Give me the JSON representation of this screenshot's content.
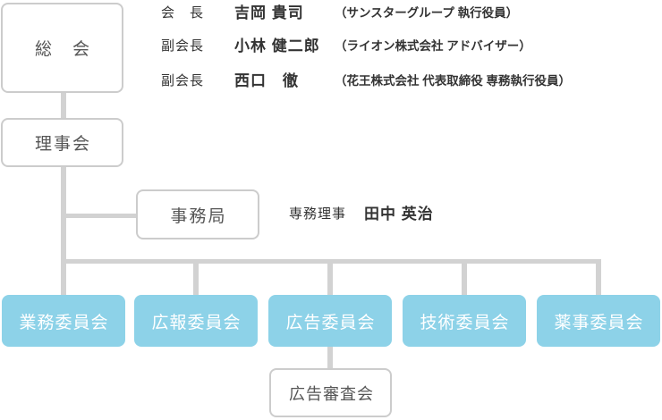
{
  "org_chart": {
    "general_meeting": "総　会",
    "board": "理事会",
    "secretariat": "事務局",
    "committees": [
      "業務委員会",
      "広報委員会",
      "広告委員会",
      "技術委員会",
      "薬事委員会"
    ],
    "ad_review_board": "広告審査会",
    "officers": [
      {
        "role": "会　長",
        "name": "吉岡 貴司",
        "affiliation": "（サンスターグループ 執行役員）"
      },
      {
        "role": "副会長",
        "name": "小林 健二郎",
        "affiliation": "（ライオン株式会社 アドバイザー）"
      },
      {
        "role": "副会長",
        "name": "西口　徹",
        "affiliation": "（花王株式会社 代表取締役 専務執行役員）"
      }
    ],
    "secretariat_officer": {
      "role": "専務理事",
      "name": "田中 英治"
    },
    "colors": {
      "committee_fill": "#8dd2e8",
      "connector": "#d2d2d2",
      "box_border": "#cccccc",
      "box_text": "#555555",
      "officer_text": "#333333"
    }
  }
}
